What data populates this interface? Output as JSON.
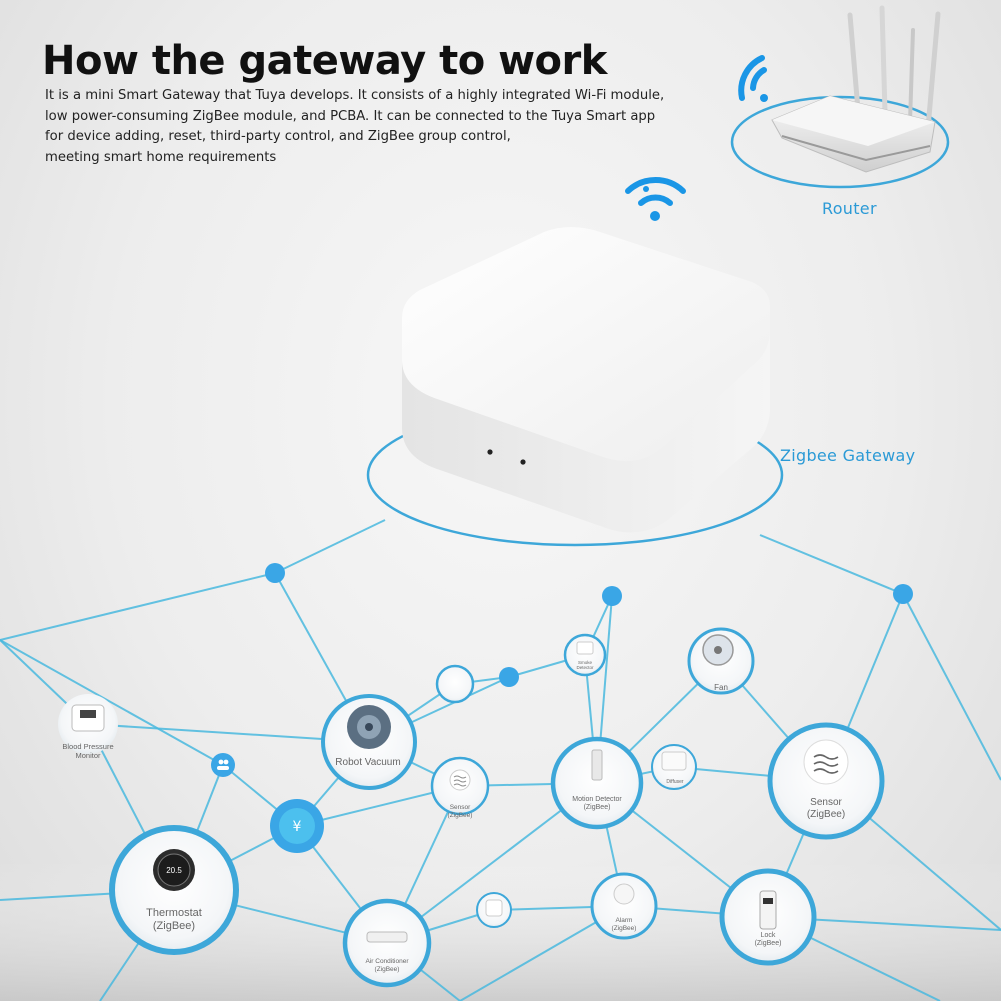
{
  "header": {
    "title": "How the gateway to work",
    "description": [
      "It is a mini Smart Gateway that Tuya develops. It consists of a highly integrated Wi-Fi module,",
      "low power-consuming ZigBee module, and PCBA. It can be connected to the Tuya Smart app",
      "for device adding, reset, third-party control, and ZigBee group control,",
      "meeting smart home requirements"
    ]
  },
  "router": {
    "label": "Router"
  },
  "gateway": {
    "label": "Zigbee Gateway"
  },
  "devices": {
    "blood_pressure": {
      "line1": "Blood Pressure",
      "line2": "Monitor"
    },
    "robot_vacuum": {
      "line1": "Robot Vacuum"
    },
    "sensor_small": {
      "line1": "Sensor",
      "line2": "(ZigBee)"
    },
    "motion_detector": {
      "line1": "Motion Detector",
      "line2": "(ZigBee)"
    },
    "fan": {
      "line1": "Fan"
    },
    "sensor_large": {
      "line1": "Sensor",
      "line2": "(ZigBee)"
    },
    "thermostat": {
      "line1": "Thermostat",
      "line2": "(ZigBee)",
      "display": "20.5"
    },
    "air_conditioner": {
      "line1": "Air Conditioner",
      "line2": "(ZigBee)"
    },
    "alarm": {
      "line1": "Alarm",
      "line2": "(ZigBee)"
    },
    "lock": {
      "line1": "Lock",
      "line2": "(ZigBee)"
    },
    "diffuser": {
      "line1": "Diffuser"
    },
    "smoke": {
      "line1": "Smoke",
      "line2": "Detector"
    }
  },
  "colors": {
    "accent": "#2b9ad6",
    "line": "#49b8de",
    "dot": "#3aa6e6",
    "ring": "#3da7d9"
  }
}
